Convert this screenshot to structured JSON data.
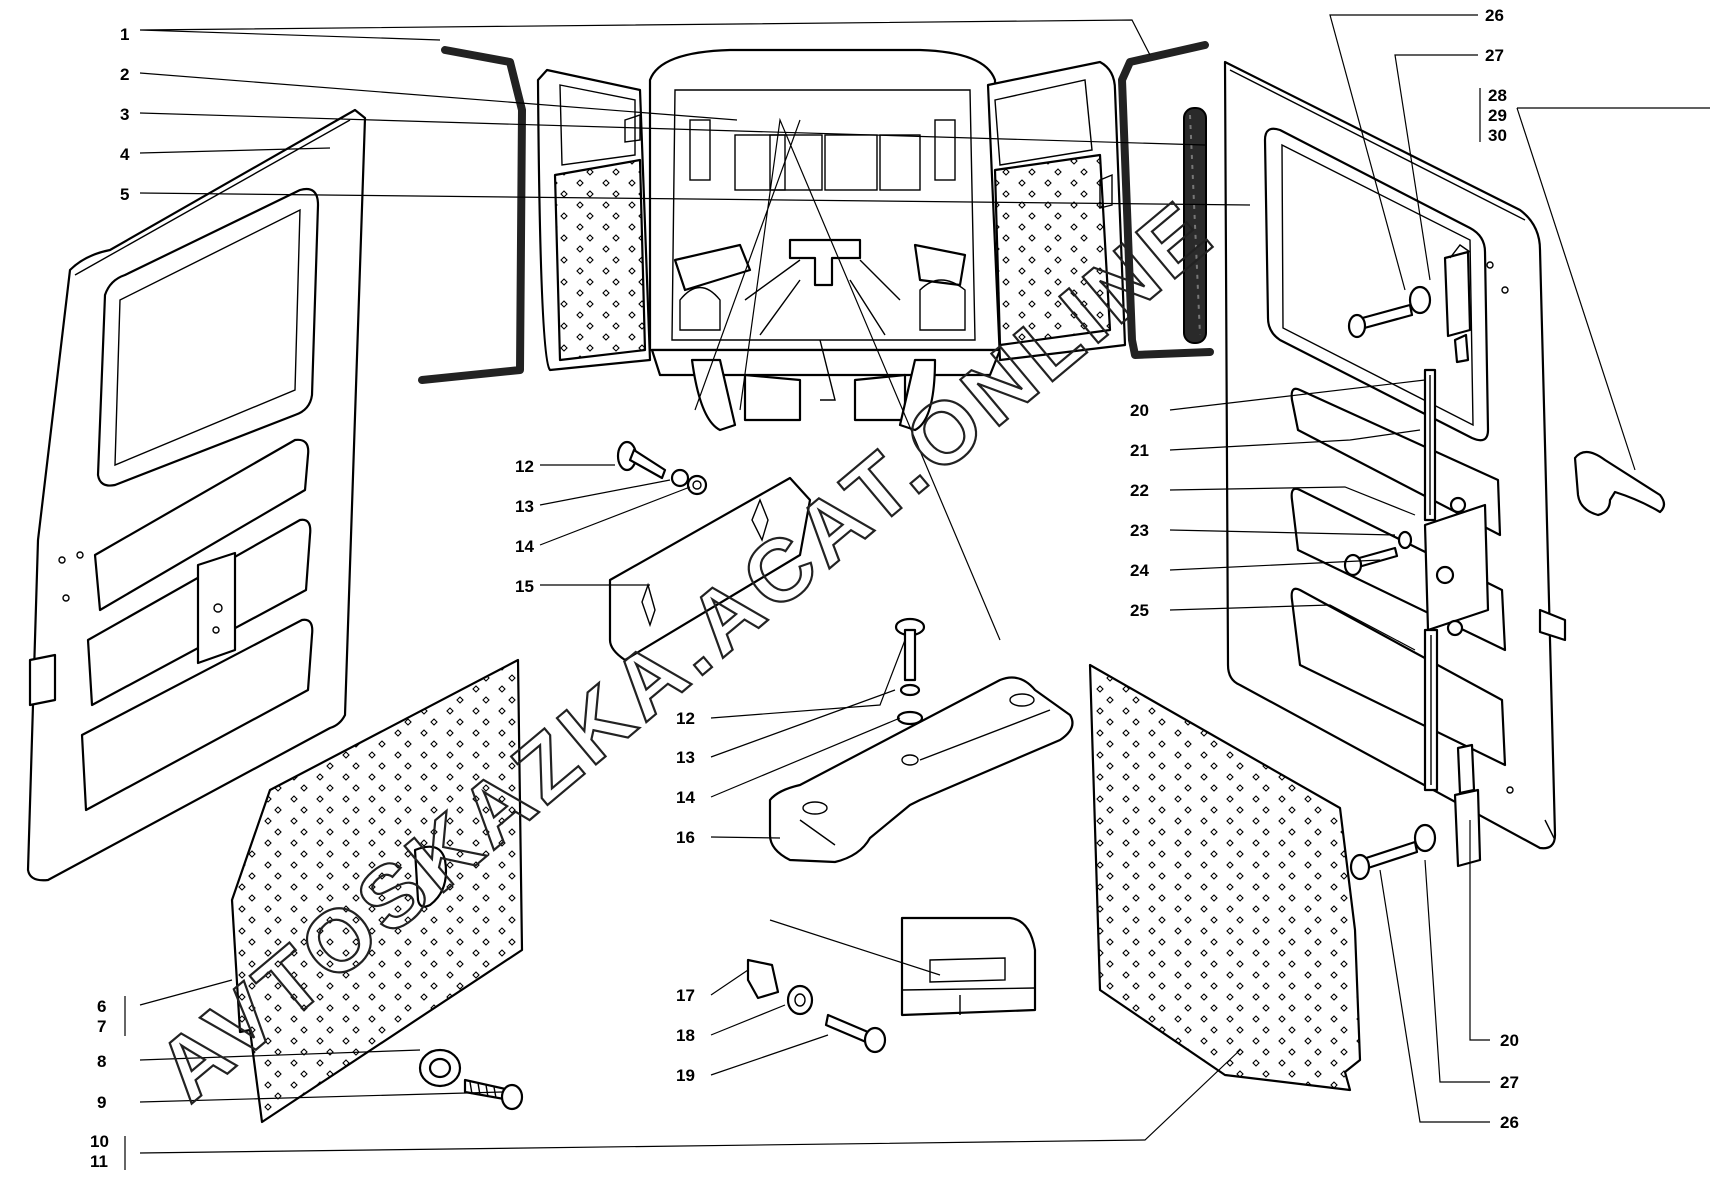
{
  "figure": {
    "watermarks": [
      "AVTOSKAZKA.ACAT.ONLINE"
    ]
  },
  "callouts": [
    {
      "id": "c1",
      "text": "1"
    },
    {
      "id": "c2",
      "text": "2"
    },
    {
      "id": "c3",
      "text": "3"
    },
    {
      "id": "c4",
      "text": "4"
    },
    {
      "id": "c5",
      "text": "5"
    },
    {
      "id": "c6",
      "text": "6"
    },
    {
      "id": "c7",
      "text": "7"
    },
    {
      "id": "c8",
      "text": "8"
    },
    {
      "id": "c9",
      "text": "9"
    },
    {
      "id": "c10",
      "text": "10"
    },
    {
      "id": "c11",
      "text": "11"
    },
    {
      "id": "c12a",
      "text": "12"
    },
    {
      "id": "c13a",
      "text": "13"
    },
    {
      "id": "c14a",
      "text": "14"
    },
    {
      "id": "c15",
      "text": "15"
    },
    {
      "id": "c12b",
      "text": "12"
    },
    {
      "id": "c13b",
      "text": "13"
    },
    {
      "id": "c14b",
      "text": "14"
    },
    {
      "id": "c16",
      "text": "16"
    },
    {
      "id": "c17",
      "text": "17"
    },
    {
      "id": "c18",
      "text": "18"
    },
    {
      "id": "c19",
      "text": "19"
    },
    {
      "id": "c20a",
      "text": "20"
    },
    {
      "id": "c21",
      "text": "21"
    },
    {
      "id": "c22",
      "text": "22"
    },
    {
      "id": "c23",
      "text": "23"
    },
    {
      "id": "c24",
      "text": "24"
    },
    {
      "id": "c25",
      "text": "25"
    },
    {
      "id": "c26a",
      "text": "26"
    },
    {
      "id": "c27a",
      "text": "27"
    },
    {
      "id": "c28",
      "text": "28"
    },
    {
      "id": "c29",
      "text": "29"
    },
    {
      "id": "c30",
      "text": "30"
    },
    {
      "id": "c20b",
      "text": "20"
    },
    {
      "id": "c27b",
      "text": "27"
    },
    {
      "id": "c26b",
      "text": "26"
    }
  ]
}
